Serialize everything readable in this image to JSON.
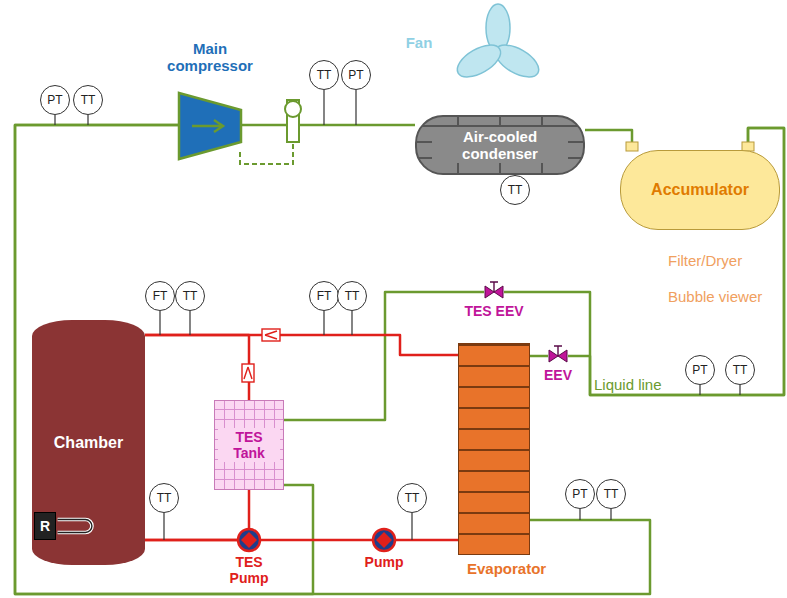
{
  "diagram": {
    "nodes": [
      {
        "text": [
          "Main compressor"
        ]
      },
      {
        "text": [
          "Fan"
        ]
      },
      {
        "text": [
          "Air-cooled condenser"
        ]
      },
      {
        "text": [
          "Accumulator"
        ]
      },
      {
        "text": [
          "TES EEV"
        ]
      },
      {
        "text": [
          "EEV"
        ]
      },
      {
        "text": [
          "Chamber"
        ]
      },
      {
        "text": [
          "R"
        ],
        "in": 6
      },
      {
        "text": [
          "TES Tank"
        ]
      },
      {
        "text": [
          "Evaporator"
        ]
      },
      {
        "text": [
          "TES Pump"
        ]
      },
      {
        "text": [
          "Pump"
        ]
      },
      {
        "text": [
          "PT"
        ]
      },
      {
        "text": [
          "TT"
        ]
      },
      {
        "text": [
          "TT"
        ]
      },
      {
        "text": [
          "PT"
        ]
      },
      {
        "text": [
          "TT"
        ]
      },
      {
        "text": [
          "FT"
        ]
      },
      {
        "text": [
          "TT"
        ]
      },
      {
        "text": [
          "FT"
        ]
      },
      {
        "text": [
          "TT"
        ]
      },
      {
        "text": [
          "PT"
        ]
      },
      {
        "text": [
          "TT"
        ]
      },
      {
        "text": [
          "TT"
        ]
      },
      {
        "text": [
          "TT"
        ]
      },
      {
        "text": [
          "PT"
        ]
      },
      {
        "text": [
          "TT"
        ]
      }
    ],
    "edges": [
      {
        "from": 0,
        "to": 2,
        "arrow": "none"
      },
      {
        "from": 2,
        "to": 3,
        "arrow": "none"
      },
      {
        "from": 3,
        "to": 5,
        "arrow": "none"
      },
      {
        "from": 3,
        "to": 4,
        "arrow": "none"
      },
      {
        "from": 5,
        "to": 9,
        "arrow": "none"
      },
      {
        "from": 4,
        "to": 8,
        "arrow": "none"
      },
      {
        "from": 9,
        "to": 0,
        "arrow": "none"
      },
      {
        "from": 8,
        "to": 0,
        "arrow": "none"
      },
      {
        "from": 6,
        "to": 8,
        "arrow": "none"
      },
      {
        "from": 6,
        "to": 9,
        "arrow": "none"
      },
      {
        "from": 8,
        "to": 10,
        "arrow": "none"
      },
      {
        "from": 10,
        "to": 6,
        "arrow": "none"
      },
      {
        "from": 9,
        "to": 11,
        "arrow": "none"
      },
      {
        "from": 11,
        "to": 6,
        "arrow": "none"
      }
    ],
    "labels": [
      "Filter/Dryer",
      "Bubble viewer",
      "Liquid line"
    ]
  }
}
